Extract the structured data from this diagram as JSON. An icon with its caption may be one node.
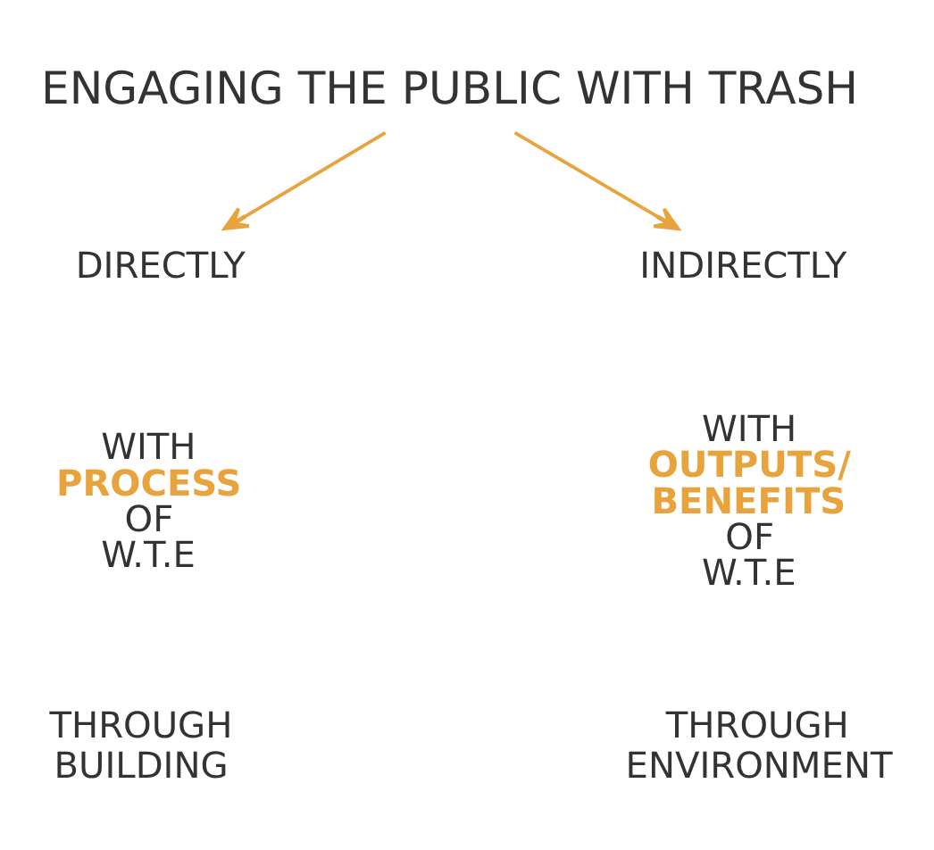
{
  "diagram": {
    "nodes": [
      {
        "text": [
          "ENGAGING THE PUBLIC WITH TRASH"
        ]
      },
      {
        "text": [
          "DIRECTLY"
        ]
      },
      {
        "text": [
          "INDIRECTLY"
        ]
      }
    ],
    "edges": [
      {
        "from": 0,
        "to": 1,
        "arrow": "to"
      },
      {
        "from": 0,
        "to": 2,
        "arrow": "to"
      }
    ],
    "labels": [
      "WITH **PROCESS** OF W.T.E",
      "WITH **OUTPUTS/ BENEFITS** OF W.T.E",
      "THROUGH BUILDING",
      "THROUGH ENVIRONMENT"
    ]
  }
}
